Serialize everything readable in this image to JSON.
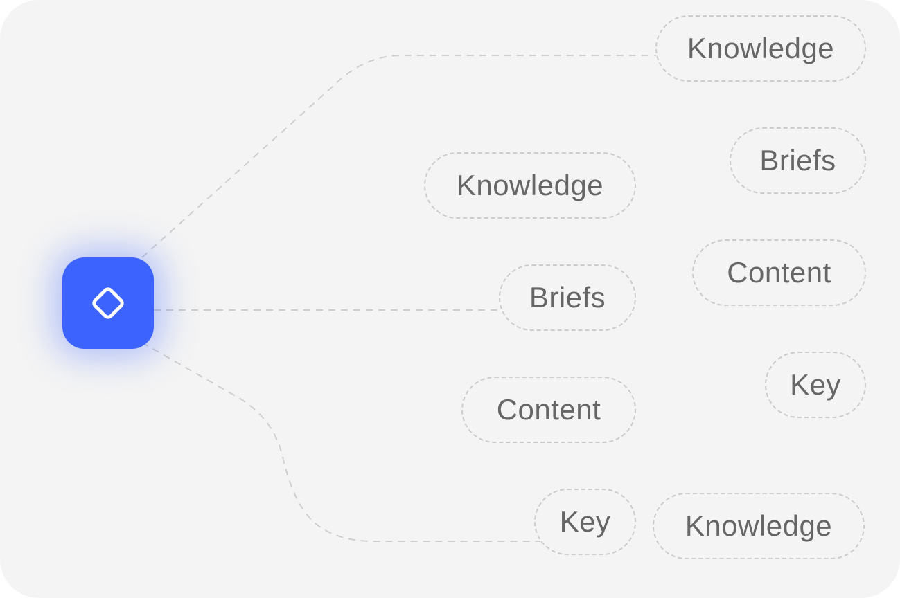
{
  "hub": {
    "icon": "diamond-icon",
    "color": "#3d63ff"
  },
  "tags": [
    {
      "label": "Knowledge"
    },
    {
      "label": "Briefs"
    },
    {
      "label": "Knowledge"
    },
    {
      "label": "Content"
    },
    {
      "label": "Briefs"
    },
    {
      "label": "Key"
    },
    {
      "label": "Content"
    },
    {
      "label": "Key"
    },
    {
      "label": "Knowledge"
    }
  ],
  "colors": {
    "background": "#f4f4f4",
    "pill_border": "#cccccc",
    "pill_text": "#666666",
    "connector": "#cfcfcf"
  }
}
